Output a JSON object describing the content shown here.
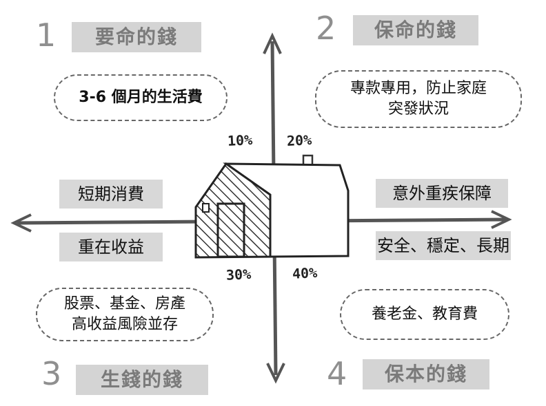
{
  "quadrants": [
    {
      "number": "1",
      "title": "要命的錢",
      "line1": "3-6 個月的生活費",
      "line2": "",
      "percent": "10%",
      "label_top": "短期消費",
      "label_bottom": "重在收益"
    },
    {
      "number": "2",
      "title": "保命的錢",
      "line1": "專款專用，防止家庭",
      "line2": "突發狀況",
      "percent": "20%",
      "label_top": "意外重疾保障",
      "label_bottom": "安全、穩定、長期"
    },
    {
      "number": "3",
      "title": "生錢的錢",
      "line1": "股票、基金、房產",
      "line2": "高收益風險並存",
      "percent": "30%"
    },
    {
      "number": "4",
      "title": "保本的錢",
      "line1": "養老金、教育費",
      "line2": "",
      "percent": "40%"
    }
  ],
  "colors": {
    "title_bg": "#d4d4d4",
    "title_text": "#7a7a7a",
    "number": "#8f8f8f",
    "label_bg": "#d8d8d8"
  }
}
